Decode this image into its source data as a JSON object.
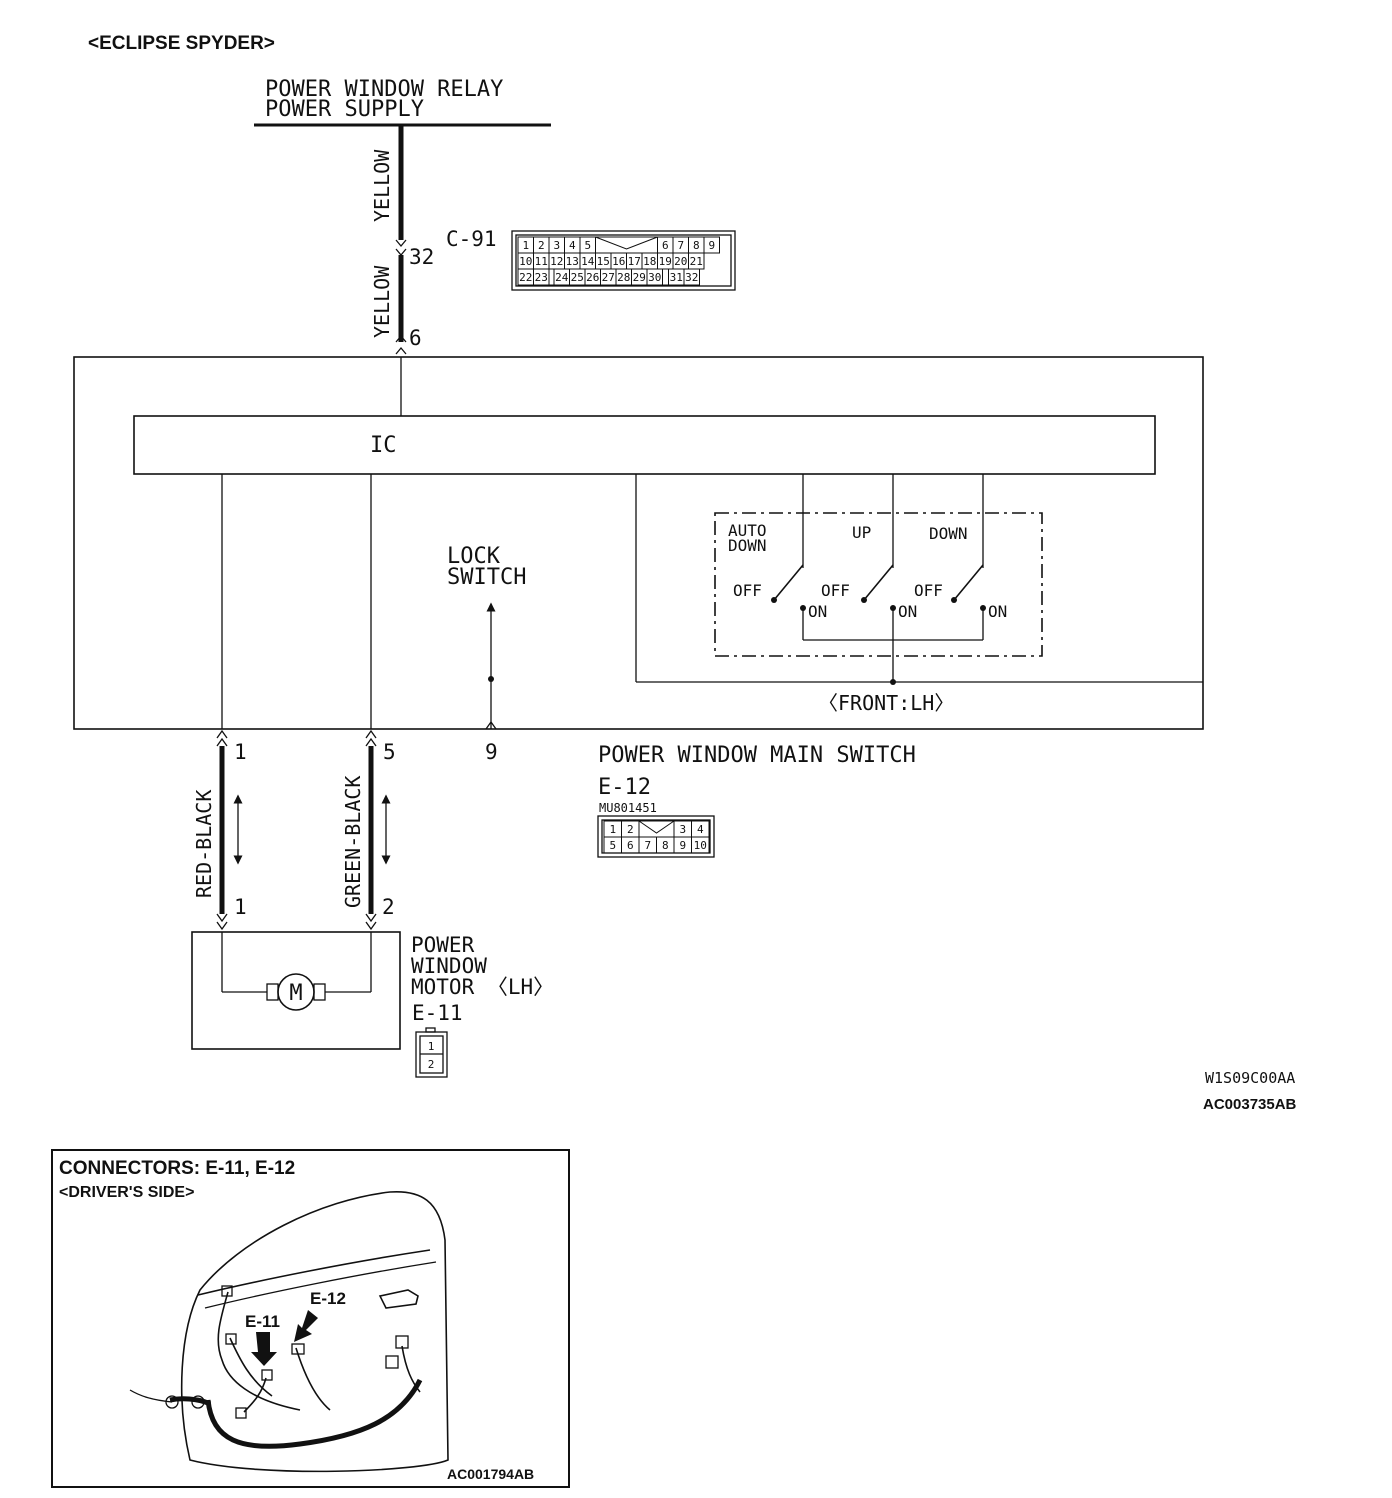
{
  "header": {
    "model": "<ECLIPSE SPYDER>"
  },
  "supply": {
    "line1": "POWER WINDOW RELAY",
    "line2": "POWER SUPPLY"
  },
  "wires": {
    "upper": "YELLOW",
    "lower": "YELLOW",
    "motor_left": "RED-BLACK",
    "motor_right": "GREEN-BLACK"
  },
  "connector_c91": {
    "name": "C-91",
    "pin_supply": "32",
    "pin_switch": "6",
    "grid_rows": [
      [
        "1",
        "2",
        "3",
        "4",
        "5",
        "",
        "6",
        "7",
        "8",
        "9"
      ],
      [
        "10",
        "11",
        "12",
        "13",
        "14",
        "15",
        "16",
        "17",
        "18",
        "19",
        "20",
        "21"
      ],
      [
        "22",
        "23",
        "",
        "24",
        "25",
        "26",
        "27",
        "28",
        "29",
        "30",
        "",
        "31",
        "32"
      ]
    ]
  },
  "main_switch": {
    "ic_label": "IC",
    "lock_switch_line1": "LOCK",
    "lock_switch_line2": "SWITCH",
    "front_label": "〈FRONT:LH〉",
    "title": "POWER WINDOW MAIN SWITCH",
    "connector": "E-12",
    "part_number": "MU801451",
    "pin_red": "1",
    "pin_green": "5",
    "pin_lock": "9",
    "switches": {
      "auto_line1": "AUTO",
      "auto_line2": "DOWN",
      "up": "UP",
      "down": "DOWN",
      "off": "OFF",
      "on": "ON"
    },
    "grid_top": [
      "1",
      "2",
      "",
      "3",
      "4"
    ],
    "grid_bottom": [
      "5",
      "6",
      "7",
      "8",
      "9",
      "10"
    ]
  },
  "motor": {
    "line1": "POWER",
    "line2": "WINDOW",
    "line3": "MOTOR 〈LH〉",
    "connector": "E-11",
    "symbol": "M",
    "pin_left": "1",
    "pin_right": "2",
    "grid": [
      "1",
      "2"
    ]
  },
  "codes": {
    "drawing": "W1S09C00AA",
    "figure": "AC003735AB"
  },
  "inset": {
    "title": "CONNECTORS: E-11, E-12",
    "subtitle": "<DRIVER'S SIDE>",
    "label_e11": "E-11",
    "label_e12": "E-12",
    "code": "AC001794AB"
  }
}
